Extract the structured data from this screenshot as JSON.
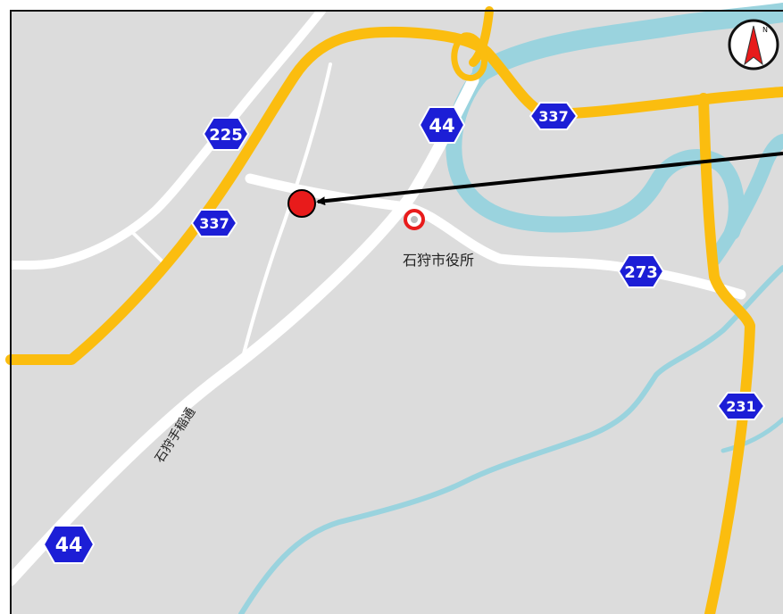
{
  "map": {
    "colors": {
      "land": "#dcdcdc",
      "river": "#9ad3de",
      "national_road": "#fbbd0f",
      "local_road": "#ffffff",
      "shield": "#1c1ed6",
      "marker": "#e81b1b",
      "border": "#111111"
    },
    "compass": {
      "icon": "north-arrow-icon",
      "label": "N"
    },
    "route_shields": {
      "r225": "225",
      "r337a": "337",
      "r337b": "337",
      "r44a": "44",
      "r44b": "44",
      "r273": "273",
      "r231": "231"
    },
    "labels": {
      "city_hall": "石狩市役所",
      "road_name": "石狩手稲通"
    },
    "markers": {
      "location": {
        "icon": "location-dot-icon"
      },
      "city_hall": {
        "icon": "city-hall-icon"
      }
    }
  }
}
